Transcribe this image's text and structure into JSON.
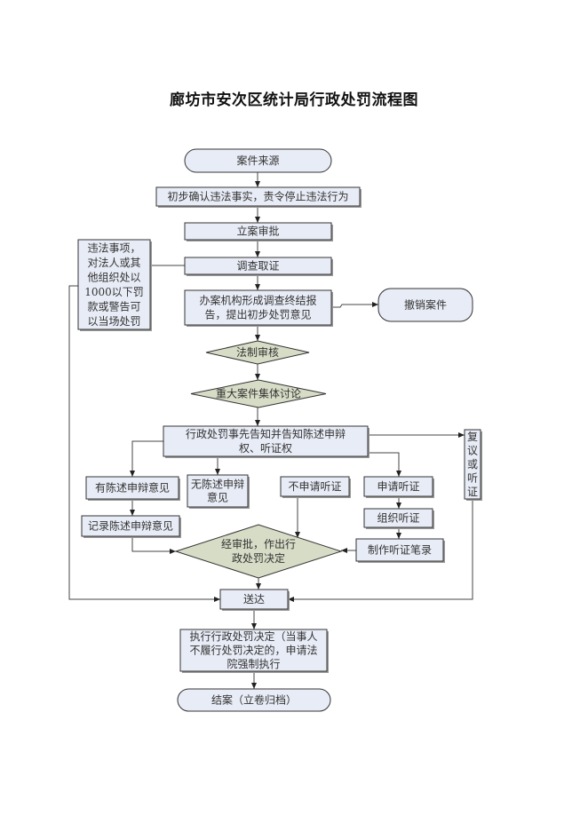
{
  "title": "廊坊市安次区统计局行政处罚流程图",
  "colors": {
    "box_fill": "#e8ecf6",
    "diamond_fill": "#d7dcc6",
    "stroke": "#333333",
    "text": "#333333"
  },
  "nodes": {
    "case_source": [
      "案件来源"
    ],
    "preliminary_confirm": [
      "初步确认违法事实，责令停止违法行为"
    ],
    "filing_approval": [
      "立案审批"
    ],
    "investigation": [
      "调查取证"
    ],
    "investigation_report": [
      "办案机构形成调查终结报",
      "告，提出初步处罚意见"
    ],
    "cancel_case": [
      "撤销案件"
    ],
    "legal_review": [
      "法制审核"
    ],
    "collective_discussion": [
      "重大案件集体讨论"
    ],
    "prior_notice": [
      "行政处罚事先告知并告知陈述申辩",
      "权、听证权"
    ],
    "on_site_penalty": [
      "违法事项，",
      "对法人或其",
      "他组织处以",
      "1000以下罚",
      "款或警告可",
      "以当场处罚"
    ],
    "has_statement": [
      "有陈述申辩意见"
    ],
    "no_statement": [
      "无陈述申辩",
      "意见"
    ],
    "no_hearing": [
      "不申请听证"
    ],
    "apply_hearing": [
      "申请听证"
    ],
    "reconsideration": [
      "复",
      "议",
      "或",
      "听",
      "证"
    ],
    "record_statement": [
      "记录陈述申辩意见"
    ],
    "organize_hearing": [
      "组织听证"
    ],
    "hearing_record": [
      "制作听证笔录"
    ],
    "penalty_decision": [
      "经审批，作出行",
      "政处罚决定"
    ],
    "delivery": [
      "送达"
    ],
    "execute_decision": [
      "执行行政处罚决定（当事人",
      "不履行处罚决定的，申请法",
      "院强制执行"
    ],
    "close_case": [
      "结案（立卷归档）"
    ]
  }
}
